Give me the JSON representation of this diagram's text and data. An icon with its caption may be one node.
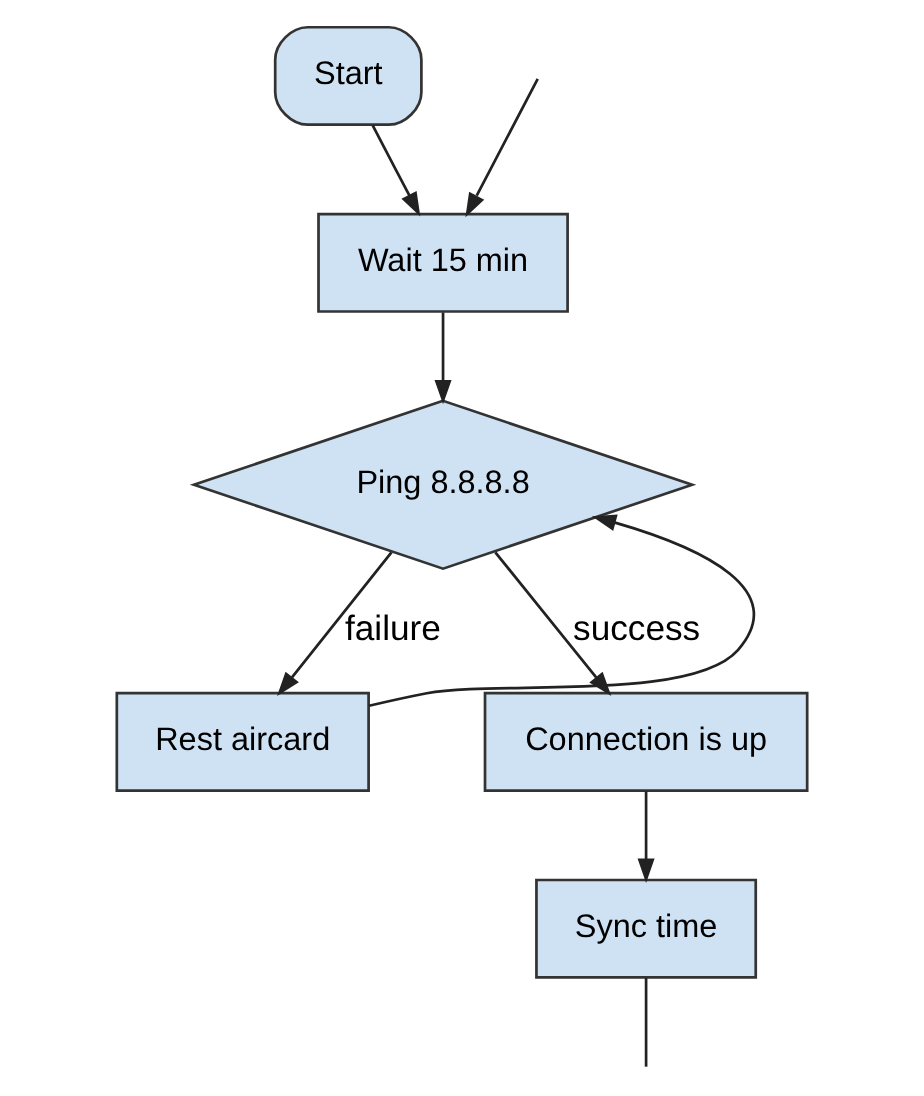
{
  "diagram": {
    "nodes": [
      {
        "text": [
          "Start"
        ]
      },
      {
        "text": [
          "Wait 15 min"
        ]
      },
      {
        "text": [
          "Ping 8.8.8.8"
        ]
      },
      {
        "text": [
          "Rest aircard"
        ]
      },
      {
        "text": [
          "Connection is up"
        ]
      },
      {
        "text": [
          "Sync time"
        ]
      }
    ],
    "edges": [
      {
        "from": 0,
        "to": 1,
        "arrow": "to"
      },
      {
        "from": null,
        "to": 1,
        "arrow": "to"
      },
      {
        "from": 1,
        "to": 2,
        "arrow": "to"
      },
      {
        "from": 2,
        "to": 3,
        "arrow": "to",
        "label": "failure"
      },
      {
        "from": 2,
        "to": 4,
        "arrow": "to",
        "label": "success"
      },
      {
        "from": 3,
        "to": 2,
        "arrow": "to"
      },
      {
        "from": 4,
        "to": 5,
        "arrow": "to"
      },
      {
        "from": 5,
        "to": null,
        "arrow": "none"
      }
    ]
  }
}
